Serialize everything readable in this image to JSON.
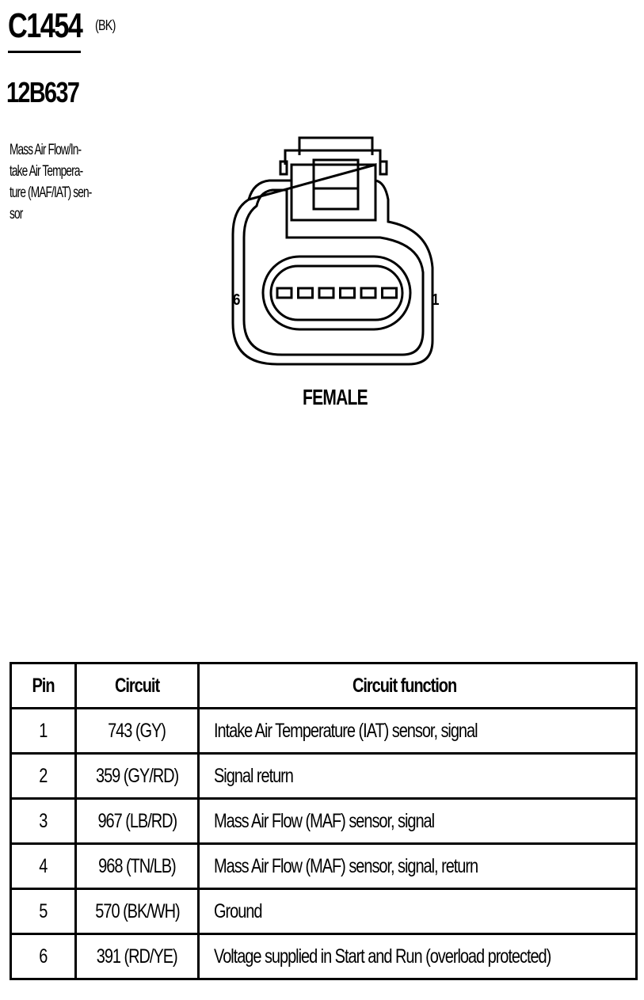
{
  "connector": {
    "id": "C1454",
    "color_code": "(BK)",
    "part_number": "12B637",
    "description_lines": [
      "Mass Air Flow/In-",
      "take Air Tempera-",
      "ture (MAF/IAT) sen-",
      "sor"
    ],
    "pin_left_label": "6",
    "pin_right_label": "1",
    "gender": "FEMALE",
    "terminal_count": 6
  },
  "table": {
    "headers": {
      "pin": "Pin",
      "circuit": "Circuit",
      "function": "Circuit function"
    },
    "rows": [
      {
        "pin": "1",
        "circuit": "743 (GY)",
        "function": "Intake Air Temperature (IAT) sensor, signal"
      },
      {
        "pin": "2",
        "circuit": "359 (GY/RD)",
        "function": "Signal return"
      },
      {
        "pin": "3",
        "circuit": "967 (LB/RD)",
        "function": "Mass Air Flow (MAF) sensor, signal"
      },
      {
        "pin": "4",
        "circuit": "968 (TN/LB)",
        "function": "Mass Air Flow (MAF) sensor, signal, return"
      },
      {
        "pin": "5",
        "circuit": "570 (BK/WH)",
        "function": "Ground"
      },
      {
        "pin": "6",
        "circuit": "391 (RD/YE)",
        "function": "Voltage supplied in Start and Run (overload protected)"
      }
    ]
  }
}
